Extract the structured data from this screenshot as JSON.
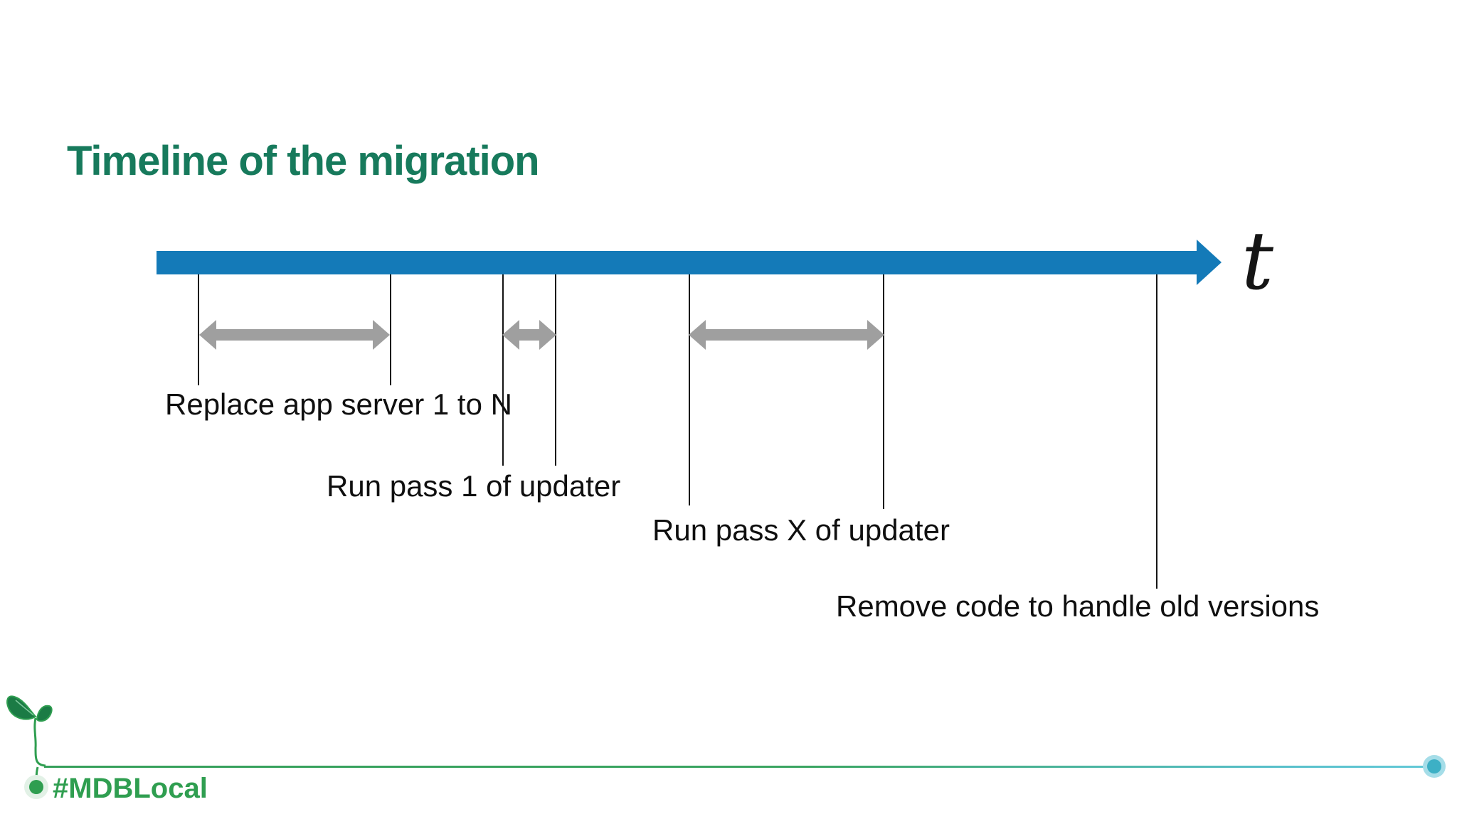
{
  "slide": {
    "title": "Timeline of the migration",
    "footer": {
      "hashtag": "#MDBLocal"
    }
  },
  "timeline": {
    "axis_label": "t",
    "events": [
      {
        "label": "Replace app server 1 to N"
      },
      {
        "label": "Run pass 1 of updater"
      },
      {
        "label": "Run pass X of updater"
      },
      {
        "label": "Remove code to handle old versions"
      }
    ]
  },
  "colors": {
    "title_green": "#177a5c",
    "axis_blue": "#147ab8",
    "duration_gray": "#9f9f9f",
    "brand_green": "#2f9e50",
    "footer_teal": "#3db0c5"
  }
}
